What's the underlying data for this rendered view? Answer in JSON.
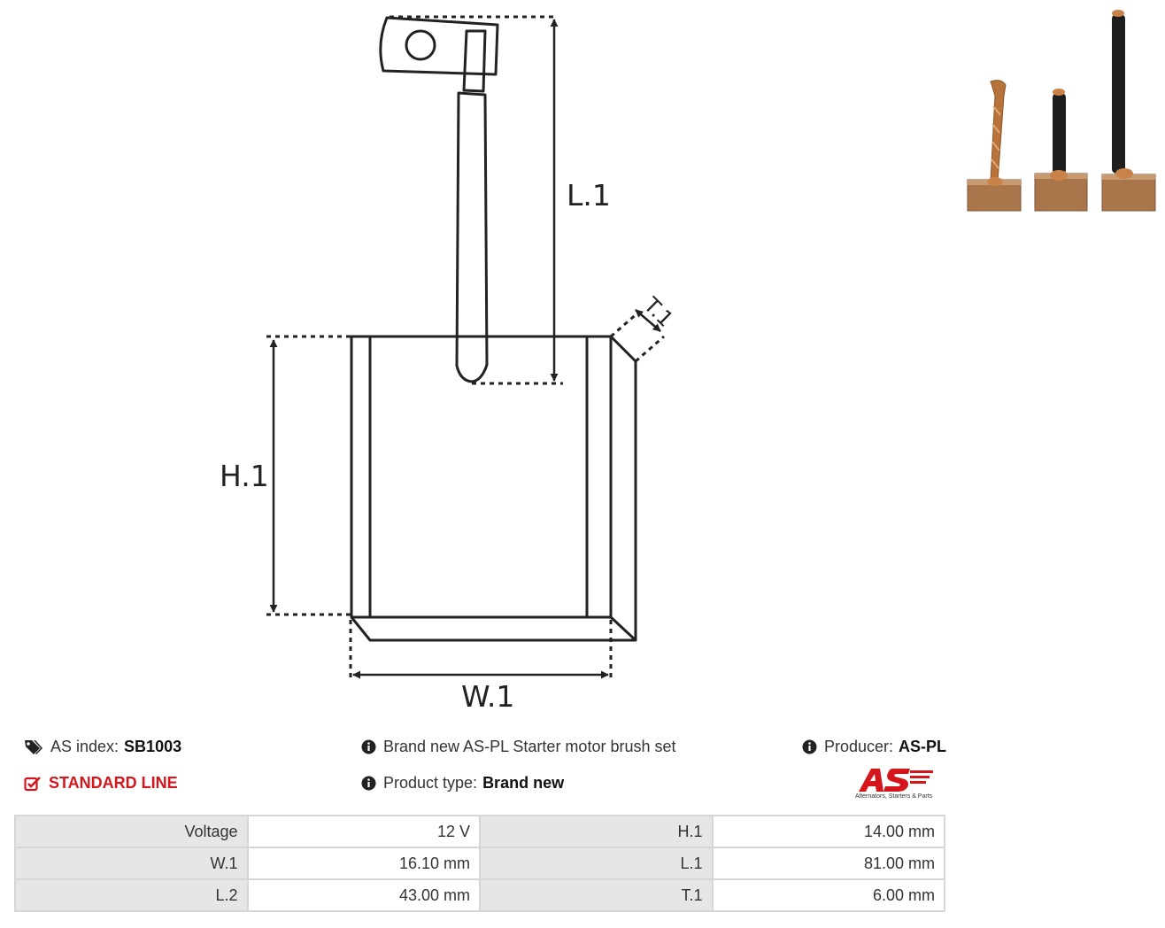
{
  "diagram": {
    "labels": {
      "l1": "L.1",
      "h1": "H.1",
      "w1": "W.1",
      "t1": "T.1"
    }
  },
  "photo": {
    "subject": "starter-motor-brushes",
    "count": 3
  },
  "info": {
    "as_index_label": "AS index:",
    "as_index_value": "SB1003",
    "standard_line": "STANDARD LINE",
    "description": "Brand new AS-PL Starter motor brush set",
    "product_type_label": "Product type:",
    "product_type_value": "Brand new",
    "producer_label": "Producer:",
    "producer_value": "AS-PL"
  },
  "logo": {
    "mark": "AS",
    "tagline": "Alternators, Starters & Parts",
    "color": "#d4161c"
  },
  "specs": [
    {
      "k1": "Voltage",
      "v1": "12 V",
      "k2": "H.1",
      "v2": "14.00 mm"
    },
    {
      "k1": "W.1",
      "v1": "16.10 mm",
      "k2": "L.1",
      "v2": "81.00 mm"
    },
    {
      "k1": "L.2",
      "v1": "43.00 mm",
      "k2": "T.1",
      "v2": "6.00 mm"
    }
  ],
  "colors": {
    "accent": "#d4161c",
    "copper": "#b8733a",
    "cable": "#1e1e1e"
  }
}
